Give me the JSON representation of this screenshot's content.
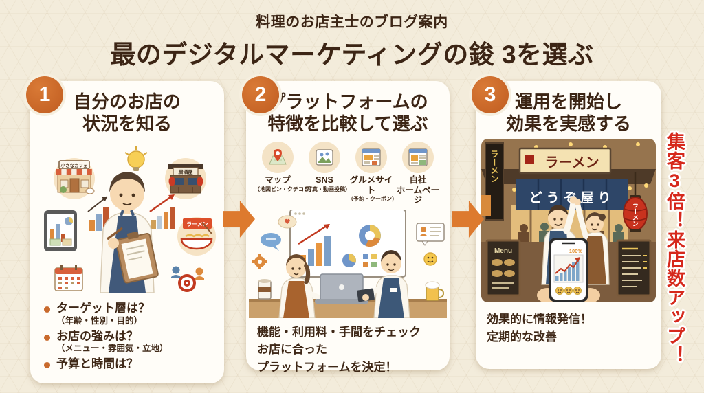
{
  "header": {
    "subtitle": "料理のお店主士のブログ案内",
    "title": "最のデジタルマーケティングの鋑 3を選ぶ"
  },
  "steps": [
    {
      "number": "1",
      "title_lines": [
        "自分のお店の",
        "状況を知る"
      ],
      "illo": {
        "cafe_sign": "小さなカフェ",
        "izakaya_sign": "居酒屋",
        "ramen_sign": "ラーメン"
      },
      "bullets": [
        {
          "main": "ターゲット層は？",
          "sub": "（年齢・性別・目的）"
        },
        {
          "main": "お店の強みは？",
          "sub": "（メニュー・雰囲気・立地）"
        },
        {
          "main": "予算と時間は？",
          "sub": ""
        }
      ]
    },
    {
      "number": "2",
      "title_lines": [
        "プラットフォームの",
        "特徴を比較して選ぶ"
      ],
      "platforms": [
        {
          "label": "マップ",
          "label2": "",
          "sub": "（地図ピン・クチコミ）"
        },
        {
          "label": "SNS",
          "label2": "",
          "sub": "（写真・動画投稿）"
        },
        {
          "label": "グルメサイト",
          "label2": "",
          "sub": "（予約・クーポン）"
        },
        {
          "label": "自社",
          "label2": "ホームページ",
          "sub": ""
        }
      ],
      "footer_lines": [
        "機能・利用料・手間をチェック",
        "お店に合った",
        "プラットフォームを決定！"
      ]
    },
    {
      "number": "3",
      "title_lines": [
        "運用を開始し",
        "効果を実感する"
      ],
      "illo": {
        "vertical_sign": "ラーメン",
        "top_sign": "ラーメン",
        "noren": "どうぞ屋り",
        "lantern": "ラーメン",
        "menu_label": "Menu",
        "phone_percent": "100%"
      },
      "footer_lines": [
        "効果的に情報発信！",
        "定期的な改善"
      ]
    }
  ],
  "side_banner": "集客3倍！来店数アップ！",
  "colors": {
    "accent_orange": "#dd7a2e",
    "badge_orange": "#c05c20",
    "text_brown": "#3f2817",
    "banner_red": "#d6281c",
    "page_bg": "#f3ecdb",
    "panel_bg": "#fffdf8"
  }
}
